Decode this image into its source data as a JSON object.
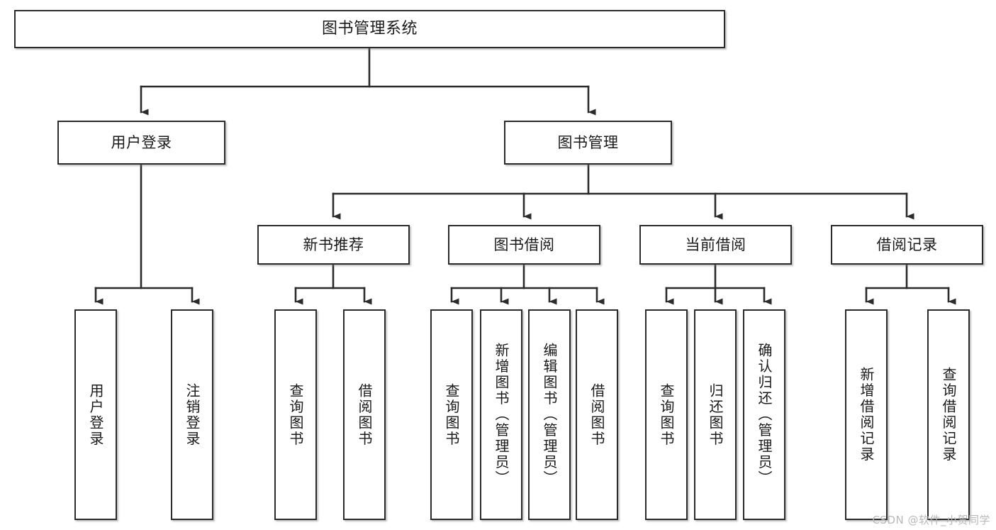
{
  "diagram": {
    "title": "图书管理系统",
    "watermark": "CSDN @软件_小贺同学",
    "type": "tree",
    "line_color": "#2b2b2b",
    "box_fill": "#ffffff",
    "box_border": "#2b2b2b",
    "text_color": "#1a1a1a",
    "watermark_color": "#b9b9b9"
  },
  "nodes": {
    "root": {
      "label": "图书管理系统"
    },
    "level2": [
      {
        "label": "用户登录"
      },
      {
        "label": "图书管理"
      }
    ],
    "level3": [
      {
        "label": "新书推荐"
      },
      {
        "label": "图书借阅"
      },
      {
        "label": "当前借阅"
      },
      {
        "label": "借阅记录"
      }
    ],
    "leaves": {
      "user_login": [
        {
          "label": "用户登录"
        },
        {
          "label": "注销登录"
        }
      ],
      "new_book": [
        {
          "label": "查询图书"
        },
        {
          "label": "借阅图书"
        }
      ],
      "book_borrow": [
        {
          "label": "查询图书"
        },
        {
          "label": "新增图书（管理员）"
        },
        {
          "label": "编辑图书（管理员）"
        },
        {
          "label": "借阅图书"
        }
      ],
      "current_borrow": [
        {
          "label": "查询图书"
        },
        {
          "label": "归还图书"
        },
        {
          "label": "确认归还（管理员）"
        }
      ],
      "borrow_record": [
        {
          "label": "新增借阅记录"
        },
        {
          "label": "查询借阅记录"
        }
      ]
    }
  }
}
